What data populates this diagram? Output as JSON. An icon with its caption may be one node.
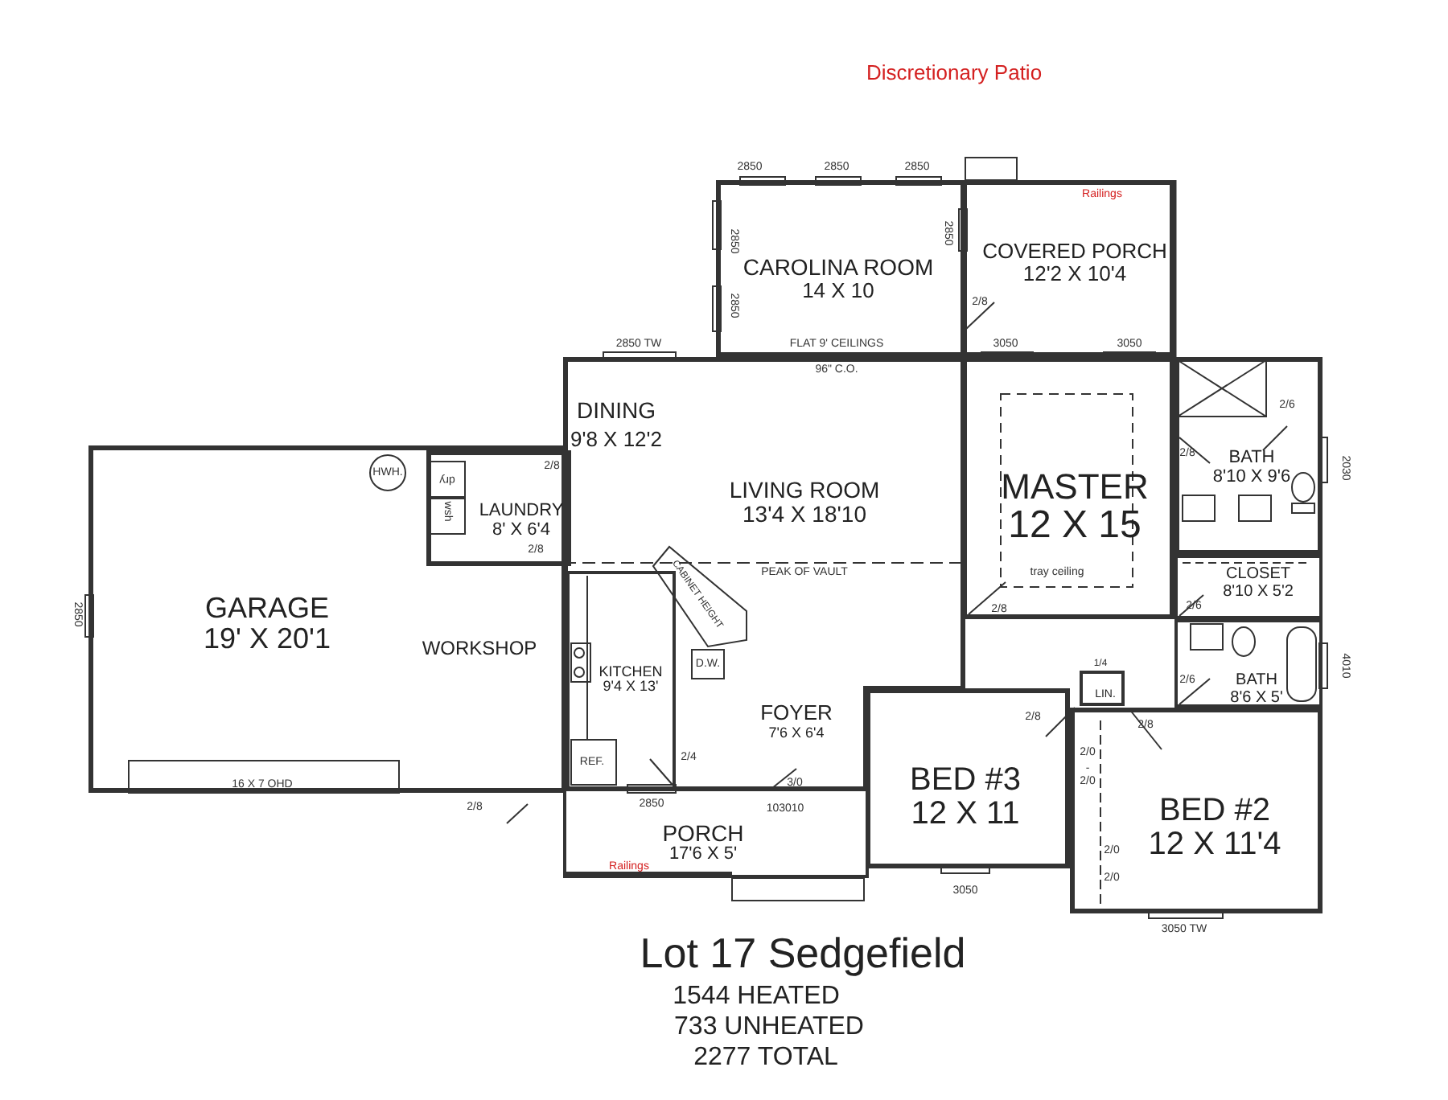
{
  "diagram": {
    "title": "Lot 17 Sedgefield",
    "nodes": [
      {
        "text": [
          "CAROLINA ROOM",
          "14 X 10"
        ]
      },
      {
        "text": [
          "COVERED PORCH",
          "12'2 X 10'4"
        ]
      },
      {
        "text": [
          "GARAGE",
          "19' X 20'1"
        ]
      },
      {
        "text": [
          "LAUNDRY",
          "8' X 6'4"
        ],
        "in": 2
      },
      {
        "text": [
          "LIVING ROOM",
          "13'4 X 18'10"
        ]
      },
      {
        "text": [
          "KITCHEN",
          "9'4 X 13'"
        ],
        "in": 4
      },
      {
        "text": [
          "MASTER",
          "12 X 15"
        ]
      },
      {
        "text": [
          "BATH",
          "8'10 X 9'6"
        ]
      },
      {
        "text": [
          "CLOSET",
          "8'10 X 5'2"
        ]
      },
      {
        "text": [
          "BATH",
          "8'6 X 5'"
        ]
      },
      {
        "text": [
          "BED #3",
          "12 X 11"
        ]
      },
      {
        "text": [
          "LIN."
        ]
      },
      {
        "text": [
          "BED #2",
          "12 X 11'4"
        ]
      },
      {
        "text": [
          "PORCH",
          "17'6 X 5'"
        ]
      }
    ],
    "labels": [
      "Discretionary Patio",
      "2850",
      "2850",
      "2850",
      "2850",
      "2850",
      "2850",
      "Railings",
      "2/8",
      "2850 TW",
      "FLAT 9' CEILINGS",
      "96\" C.O.",
      "3050",
      "3050",
      "2/6",
      "2030",
      "2/8",
      "HWH.",
      "dry",
      "wsh",
      "2/8",
      "2/8",
      "DINING",
      "9'8 X 12'2",
      "2850",
      "WORKSHOP",
      "16 X 7 OHD",
      "2/8",
      "PEAK OF VAULT",
      "CABINET HEIGHT",
      "D.W.",
      "REF.",
      "2/4",
      "2850",
      "3/0",
      "103010",
      "FOYER",
      "7'6 X 6'4",
      "Railings",
      "2/8",
      "tray ceiling",
      "2/6",
      "1/4",
      "2/8",
      "2/8",
      "2/0",
      "-",
      "2/0",
      "2/0",
      "2/0",
      "2/6",
      "4010",
      "3050",
      "3050 TW",
      "1544 HEATED",
      "733 UNHEATED",
      "2277 TOTAL"
    ]
  }
}
